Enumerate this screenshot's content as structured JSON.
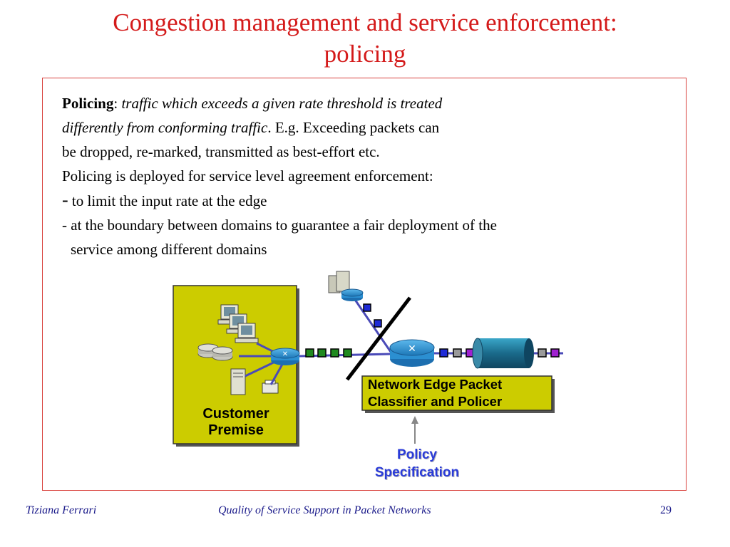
{
  "title": {
    "line1": "Congestion management and service enforcement:",
    "line2": "policing"
  },
  "body": {
    "policing_term": "Policing",
    "colon": ":",
    "definition_italic_1": "traffic which exceeds a given rate threshold is treated",
    "definition_italic_2": "differently from conforming traffic",
    "example_rest": ". E.g. Exceeding packets can",
    "line3": "be  dropped, re-marked, transmitted as best-effort etc.",
    "line4": "Policing is deployed for service level agreement enforcement:",
    "bullet1_dash": "-",
    "bullet1": "to limit the input rate at the edge",
    "bullet2": "- at the boundary between domains to guarantee a fair deployment of the",
    "bullet2_cont": "service among different domains"
  },
  "diagram": {
    "customer_premise": [
      "Customer",
      "Premise"
    ],
    "edge_box": [
      "Network Edge Packet",
      "Classifier and Policer"
    ],
    "policy": [
      "Policy",
      "Specification"
    ],
    "colors": {
      "premise_fill": "#cccc00",
      "link": "#4a4ab8",
      "router": "#2b8fd1",
      "pkt_green": "#1f8a1f",
      "pkt_blue": "#1f2bd6",
      "pkt_purple": "#a020d0",
      "pkt_gray": "#9a9a9a",
      "queue": "#1a6a8a",
      "edge_box_fill": "#cccc00"
    }
  },
  "footer": {
    "author": "Tiziana Ferrari",
    "title": "Quality of Service Support in Packet Networks",
    "page": "29"
  }
}
